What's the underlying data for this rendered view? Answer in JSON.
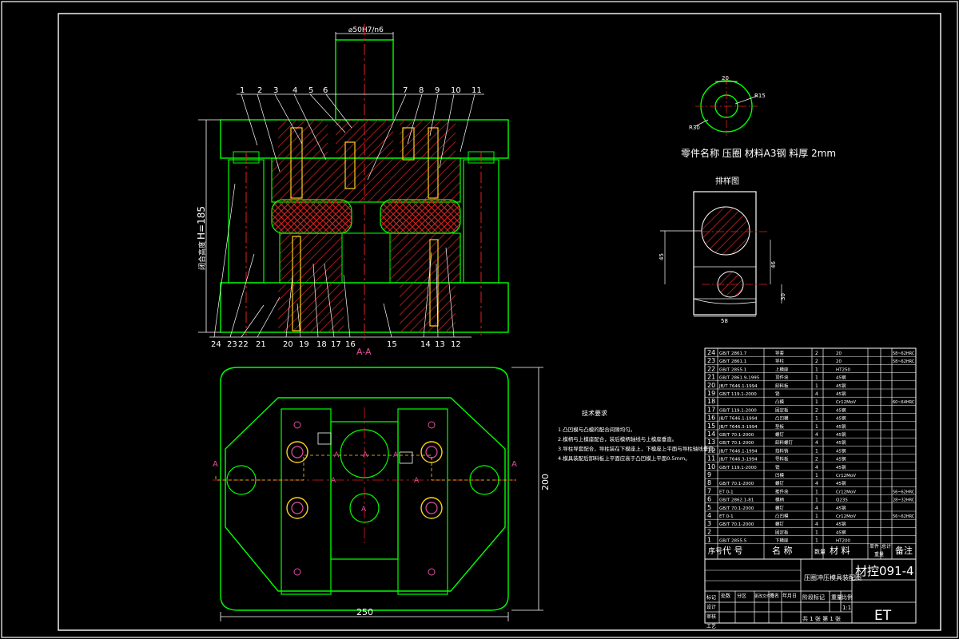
{
  "section_view": {
    "shaft_dim": "⌀50H7/n6",
    "height_label": "H=185",
    "height_prefix": "闭合高度",
    "section_label": "A-A",
    "top_callouts": [
      "1",
      "2",
      "3",
      "4",
      "5",
      "6",
      "7",
      "8",
      "9",
      "10",
      "11"
    ],
    "bottom_callouts": [
      "24",
      "23",
      "22",
      "21",
      "20",
      "19",
      "18",
      "17",
      "16",
      "15",
      "14",
      "13",
      "12"
    ]
  },
  "blank_view": {
    "dims": [
      "20",
      "R15",
      "R30"
    ],
    "caption": "零件名称 压圈  材料A3钢  料厚 2mm"
  },
  "strip_view": {
    "title": "排样图",
    "dims": [
      "45",
      "46",
      "30",
      "58"
    ]
  },
  "plan_view": {
    "section_marks": [
      "A",
      "A",
      "A",
      "A",
      "A",
      "A",
      "A",
      "A"
    ],
    "width_dim": "250",
    "height_dim": "200"
  },
  "tech_req": {
    "title": "技术要求",
    "lines": [
      "1.凸凹模与凸模的配合间隙均匀。",
      "2.模柄与上模座配合，装后模柄轴线与上模座垂直。",
      "3.导柱导套配合，导柱装在下模座上，下模座上平面与导柱轴线垂直。",
      "4.模具装配后卸料板上平面应高于凸凹模上平面0.5mm。"
    ]
  },
  "bom": {
    "rows": [
      {
        "no": "24",
        "code": "GB/T 2861.7",
        "name": "导套",
        "qty": "2",
        "mat": "20",
        "note": "58~62HRC"
      },
      {
        "no": "23",
        "code": "GB/T 2861.1",
        "name": "导柱",
        "qty": "2",
        "mat": "20",
        "note": "58~62HRC"
      },
      {
        "no": "22",
        "code": "GB/T 2855.1",
        "name": "上模座",
        "qty": "1",
        "mat": "HT250",
        "note": ""
      },
      {
        "no": "21",
        "code": "GB/T 2861.9-1995",
        "name": "顶件块",
        "qty": "1",
        "mat": "45钢",
        "note": ""
      },
      {
        "no": "20",
        "code": "JB/T 7646.1-1994",
        "name": "卸料板",
        "qty": "1",
        "mat": "45钢",
        "note": ""
      },
      {
        "no": "19",
        "code": "GB/T 119.1-2000",
        "name": "销",
        "qty": "4",
        "mat": "45钢",
        "note": ""
      },
      {
        "no": "18",
        "code": "",
        "name": "凸模",
        "qty": "1",
        "mat": "Cr12MoV",
        "note": "60~64HRC"
      },
      {
        "no": "17",
        "code": "GB/T 119.1-2000",
        "name": "固定板",
        "qty": "2",
        "mat": "45钢",
        "note": ""
      },
      {
        "no": "16",
        "code": "JB/T 7646.1-1994",
        "name": "凸凹模",
        "qty": "1",
        "mat": "45钢",
        "note": ""
      },
      {
        "no": "15",
        "code": "JB/T 7646.3-1994",
        "name": "垫板",
        "qty": "1",
        "mat": "45钢",
        "note": ""
      },
      {
        "no": "14",
        "code": "GB/T 70.1-2000",
        "name": "螺钉",
        "qty": "4",
        "mat": "45钢",
        "note": ""
      },
      {
        "no": "13",
        "code": "GB/T 70.1-2000",
        "name": "卸料螺钉",
        "qty": "4",
        "mat": "45钢",
        "note": ""
      },
      {
        "no": "12",
        "code": "JB/T 7646.1-1994",
        "name": "挡料销",
        "qty": "1",
        "mat": "45钢",
        "note": ""
      },
      {
        "no": "11",
        "code": "JB/T 7646.3-1994",
        "name": "导料板",
        "qty": "2",
        "mat": "45钢",
        "note": ""
      },
      {
        "no": "10",
        "code": "GB/T 119.1-2000",
        "name": "销",
        "qty": "4",
        "mat": "45钢",
        "note": ""
      },
      {
        "no": "9",
        "code": "",
        "name": "凹模",
        "qty": "1",
        "mat": "Cr12MoV",
        "note": ""
      },
      {
        "no": "8",
        "code": "GB/T 70.1-2000",
        "name": "螺钉",
        "qty": "4",
        "mat": "45钢",
        "note": ""
      },
      {
        "no": "7",
        "code": "ET 0-1",
        "name": "推件块",
        "qty": "1",
        "mat": "Cr12MoV",
        "note": "56~62HRC"
      },
      {
        "no": "6",
        "code": "GB/T 2862.1-81",
        "name": "模柄",
        "qty": "1",
        "mat": "Q235",
        "note": "28~32HRC"
      },
      {
        "no": "5",
        "code": "GB/T 70.1-2000",
        "name": "螺钉",
        "qty": "4",
        "mat": "45钢",
        "note": ""
      },
      {
        "no": "4",
        "code": "ET 0-1",
        "name": "凸凹模",
        "qty": "1",
        "mat": "Cr12MoV",
        "note": "56~62HRC"
      },
      {
        "no": "3",
        "code": "GB/T 70.1-2000",
        "name": "螺钉",
        "qty": "4",
        "mat": "45钢",
        "note": ""
      },
      {
        "no": "2",
        "code": "",
        "name": "固定板",
        "qty": "1",
        "mat": "45钢",
        "note": ""
      },
      {
        "no": "1",
        "code": "GB/T 2855.5",
        "name": "下模座",
        "qty": "1",
        "mat": "HT200",
        "note": ""
      }
    ],
    "header": {
      "no": "序号",
      "code": "代  号",
      "name": "名  称",
      "qty": "数量",
      "mat": "材  料",
      "unit_w": "单件",
      "total_w": "总计",
      "weight": "重量",
      "note": "备注"
    }
  },
  "title_block": {
    "drawing_no": "材控091-4",
    "title": "压圈冲压模具装配图",
    "company": "ET",
    "scale_label": "比例",
    "scale_value": "1:1",
    "mark_label": "阶段标记",
    "weight_label": "重量",
    "sheet_text": "共 1 张  第 1 张",
    "rows": [
      "标记",
      "设计",
      "审核",
      "工艺"
    ],
    "cols": [
      "处数",
      "分区",
      "更改文件号",
      "签名",
      "年月日"
    ]
  }
}
